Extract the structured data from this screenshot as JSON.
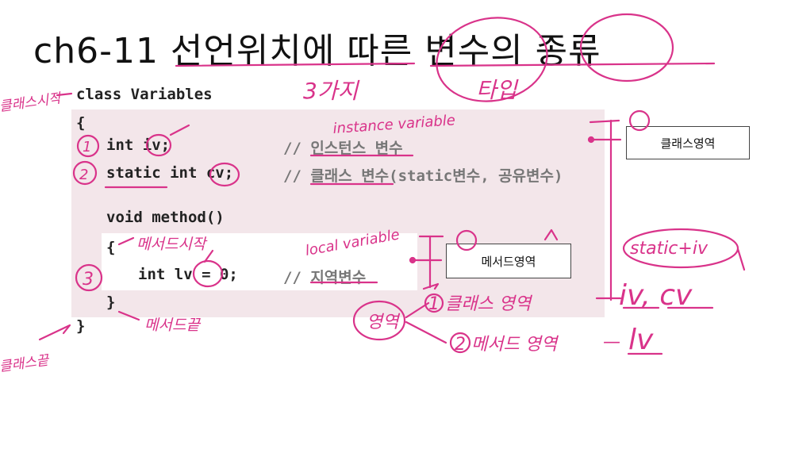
{
  "slide": {
    "title": "ch6-11 선언위치에 따른 변수의 종류",
    "code": {
      "class_decl": "class Variables",
      "open_class": "{",
      "line_iv": "int iv;",
      "line_cv": "static int cv;",
      "method_decl": "void method()",
      "open_method": "{",
      "line_lv": "int lv = 0;",
      "close_method": "}",
      "close_class": "}"
    },
    "comments": {
      "iv": "// 인스턴스 변수",
      "cv": "// 클래스 변수(static변수, 공유변수)",
      "lv": "// 지역변수"
    },
    "boxes": {
      "class_area": "클래스영역",
      "method_area": "메서드영역"
    }
  },
  "annotations": {
    "count": "3가지",
    "types": "타입",
    "class_start": "클래스시작",
    "class_end": "클래스끝",
    "method_start": "메서드시작",
    "method_end": "메서드끝",
    "instance_var": "instance variable",
    "local_var": "local variable",
    "static_iv": "static+iv",
    "n1": "1",
    "n2": "2",
    "n3": "3",
    "area": "영역",
    "area_item1": "1 클래스 영역",
    "area_item2": "2 메서드 영역",
    "iv_cv": "iv, cv",
    "lv": "lv",
    "dash": "—",
    "colors": {
      "ink": "#d9338a",
      "class_bg": "#f3e6ea"
    }
  }
}
